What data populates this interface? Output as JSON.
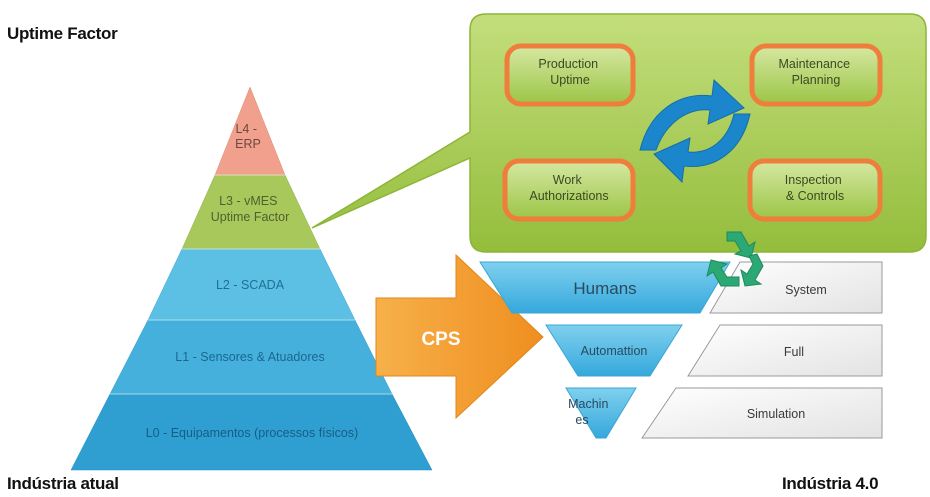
{
  "captions": {
    "top_left": "Uptime Factor",
    "bottom_left": "Indústria atual",
    "bottom_right": "Indústria 4.0"
  },
  "pyramid": {
    "levels": [
      {
        "key": "l4",
        "lines": [
          "L4 -",
          "ERP"
        ],
        "color": "#f0a08c"
      },
      {
        "key": "l3",
        "lines": [
          "L3 - vMES",
          "Uptime Factor"
        ],
        "color": "#a9c85c"
      },
      {
        "key": "l2",
        "lines": [
          "L2 - SCADA"
        ],
        "color": "#5cc0e4"
      },
      {
        "key": "l1",
        "lines": [
          "L1 - Sensores & Atuadores"
        ],
        "color": "#45b0dc"
      },
      {
        "key": "l0",
        "lines": [
          "L0 - Equipamentos (processos físicos)"
        ],
        "color": "#2f9fd2"
      }
    ]
  },
  "cps_arrow": {
    "label": "CPS",
    "color": "#f29a2e"
  },
  "callout": {
    "color": "#a6cc50",
    "boxes": [
      {
        "key": "production-uptime",
        "lines": [
          "Production",
          "Uptime"
        ]
      },
      {
        "key": "maintenance-planning",
        "lines": [
          "Maintenance",
          "Planning"
        ]
      },
      {
        "key": "work-authorizations",
        "lines": [
          "Work",
          "Authorizations"
        ]
      },
      {
        "key": "inspection-controls",
        "lines": [
          "Inspection",
          "& Controls"
        ]
      }
    ],
    "box_border_color": "#ef7d3c",
    "cycle_arrow_color": "#1c86cc"
  },
  "industry40": {
    "left_labels": [
      {
        "key": "humans",
        "lines": [
          "Humans"
        ]
      },
      {
        "key": "automation",
        "lines": [
          "Automattion"
        ]
      },
      {
        "key": "machines",
        "lines": [
          "Machin",
          "es"
        ]
      }
    ],
    "right_labels": [
      {
        "key": "system",
        "lines": [
          "System"
        ]
      },
      {
        "key": "full",
        "lines": [
          "Full"
        ]
      },
      {
        "key": "simulation",
        "lines": [
          "Simulation"
        ]
      }
    ],
    "recycle_icon_color": "#2ca874"
  }
}
